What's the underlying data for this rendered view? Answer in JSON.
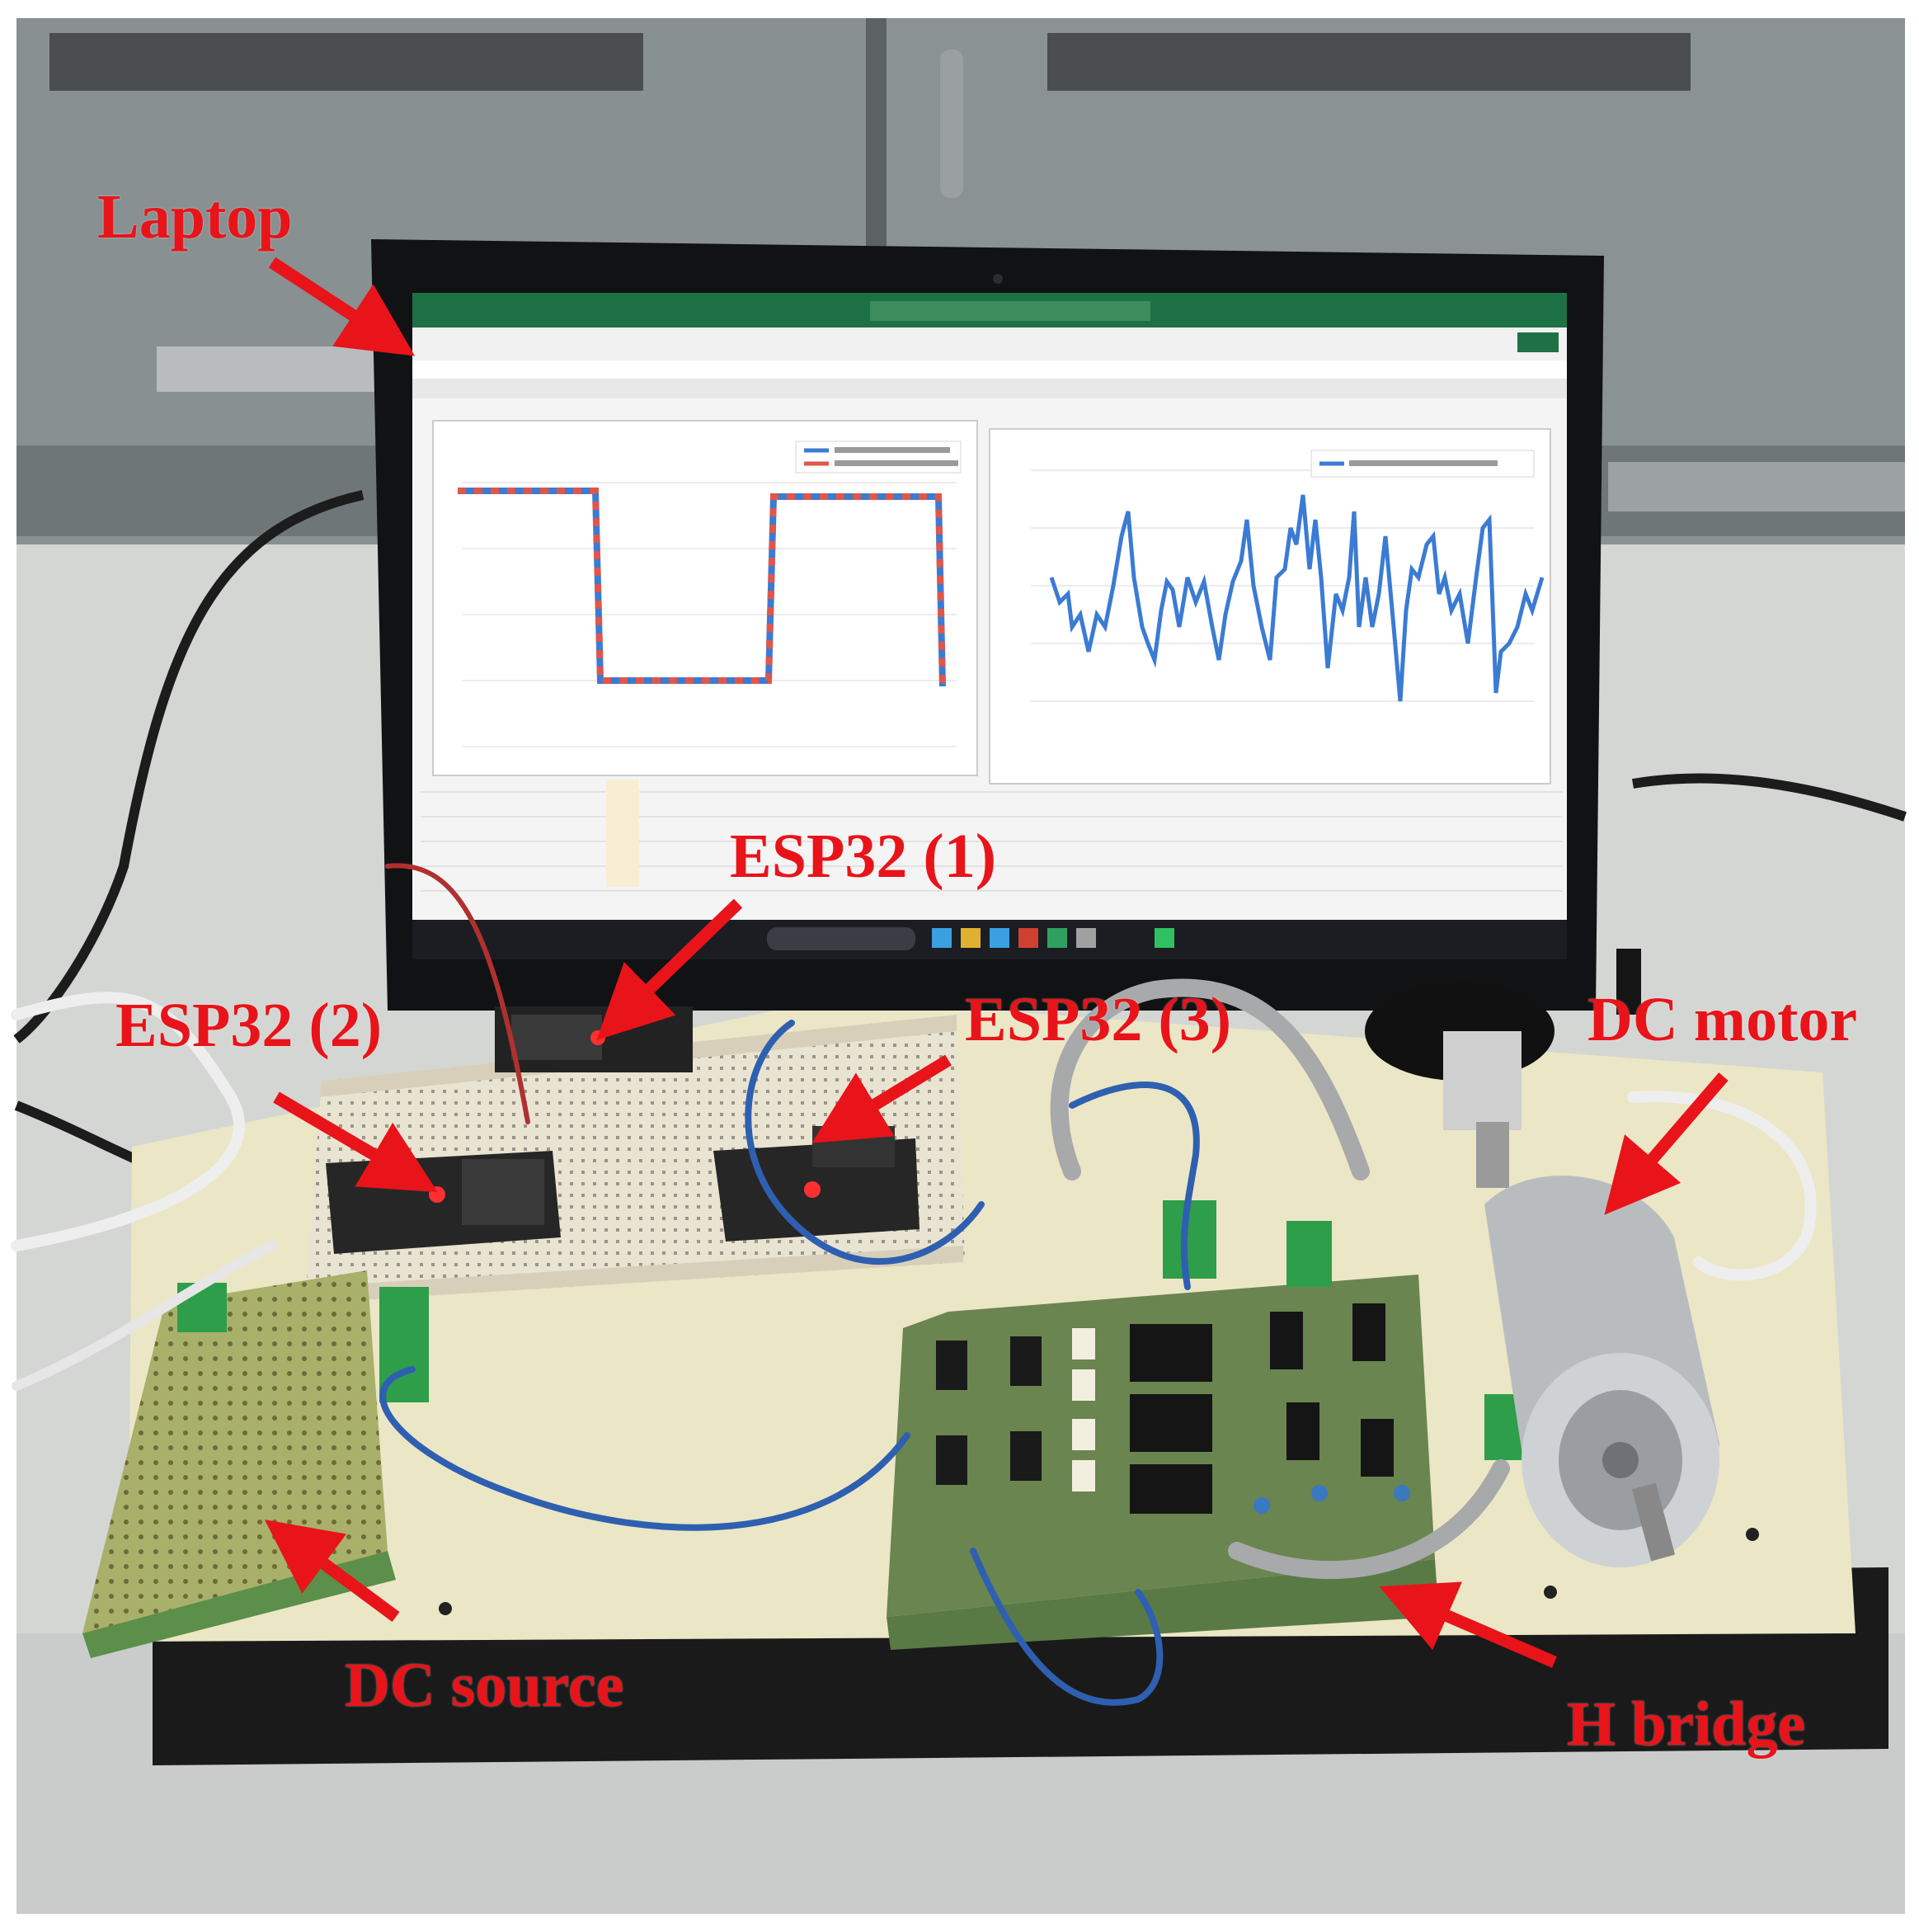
{
  "photo": {
    "labels": {
      "laptop": "Laptop",
      "esp32_1": "ESP32 (1)",
      "esp32_2": "ESP32 (2)",
      "esp32_3": "ESP32 (3)",
      "dc_motor": "DC motor",
      "dc_source": "DC source",
      "h_bridge": "H bridge"
    },
    "colors": {
      "annotation": "#e8141a",
      "excel_green": "#1e7145",
      "signal_blue": "#3b7bd4",
      "signal_red": "#e0564a"
    }
  }
}
